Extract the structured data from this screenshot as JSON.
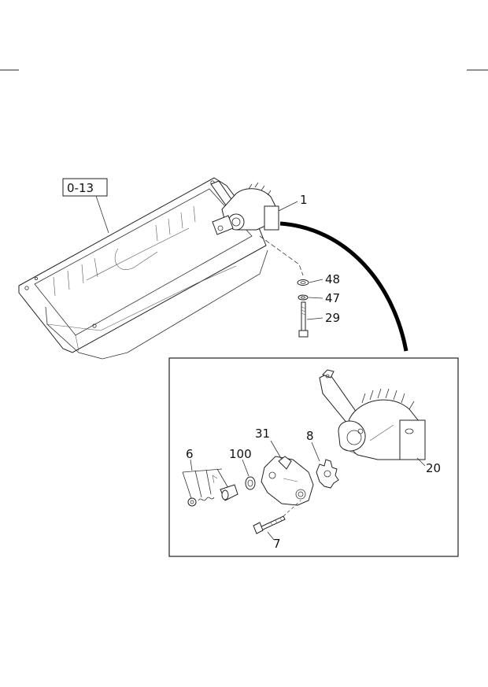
{
  "diagram": {
    "reference_box": "0-13",
    "callouts": {
      "oil_pump_assembly": "1",
      "washer_48": "48",
      "washer_47": "47",
      "bolt_29": "29",
      "pump_body": "20",
      "cover": "31",
      "gear": "8",
      "relief_valve_set": "6",
      "oring_100": "100",
      "bolt_7": "7"
    }
  }
}
